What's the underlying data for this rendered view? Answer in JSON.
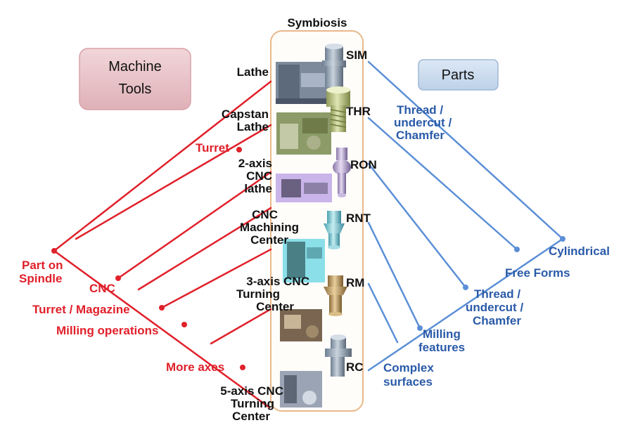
{
  "title": "Symbiosis",
  "left_box": {
    "lines": [
      "Machine",
      "Tools"
    ]
  },
  "right_box": {
    "label": "Parts"
  },
  "machines": {
    "lathe": [
      "Lathe"
    ],
    "capstan": [
      "Capstan",
      "Lathe"
    ],
    "cnc2": [
      "2-axis",
      "CNC",
      "lathe"
    ],
    "mc": [
      "CNC",
      "Machining",
      "Center"
    ],
    "cnc3": [
      "3-axis CNC",
      "Turning",
      "Center"
    ],
    "cnc5": [
      "5-axis CNC",
      "Turning",
      "Center"
    ]
  },
  "parts": {
    "sim": "SIM",
    "thr": "THR",
    "ron": "RON",
    "rnt": "RNT",
    "rm": "RM",
    "rc": "RC"
  },
  "tool_features": {
    "part_on_spindle": [
      "Part on",
      "Spindle"
    ],
    "turret": "Turret",
    "cnc": "CNC",
    "turret_magazine": "Turret / Magazine",
    "milling_operations": "Milling operations",
    "more_axes": "More axes"
  },
  "part_features": {
    "thread_top": [
      "Thread /",
      "undercut /",
      "Chamfer"
    ],
    "cylindrical": "Cylindrical",
    "free_forms": "Free Forms",
    "thread_mid": [
      "Thread /",
      "undercut /",
      "Chamfer"
    ],
    "milling_features": [
      "Milling",
      "features"
    ],
    "complex_surfaces": [
      "Complex",
      "surfaces"
    ]
  },
  "colors": {
    "tools_line": "#e0202a",
    "parts_line": "#5b8fd6",
    "tools_text": "#e0202a",
    "parts_text": "#2a5aa8",
    "left_box_fill": "#e9c4c8",
    "right_box_fill": "#cddcee",
    "center_frame": "#e8b88a"
  }
}
